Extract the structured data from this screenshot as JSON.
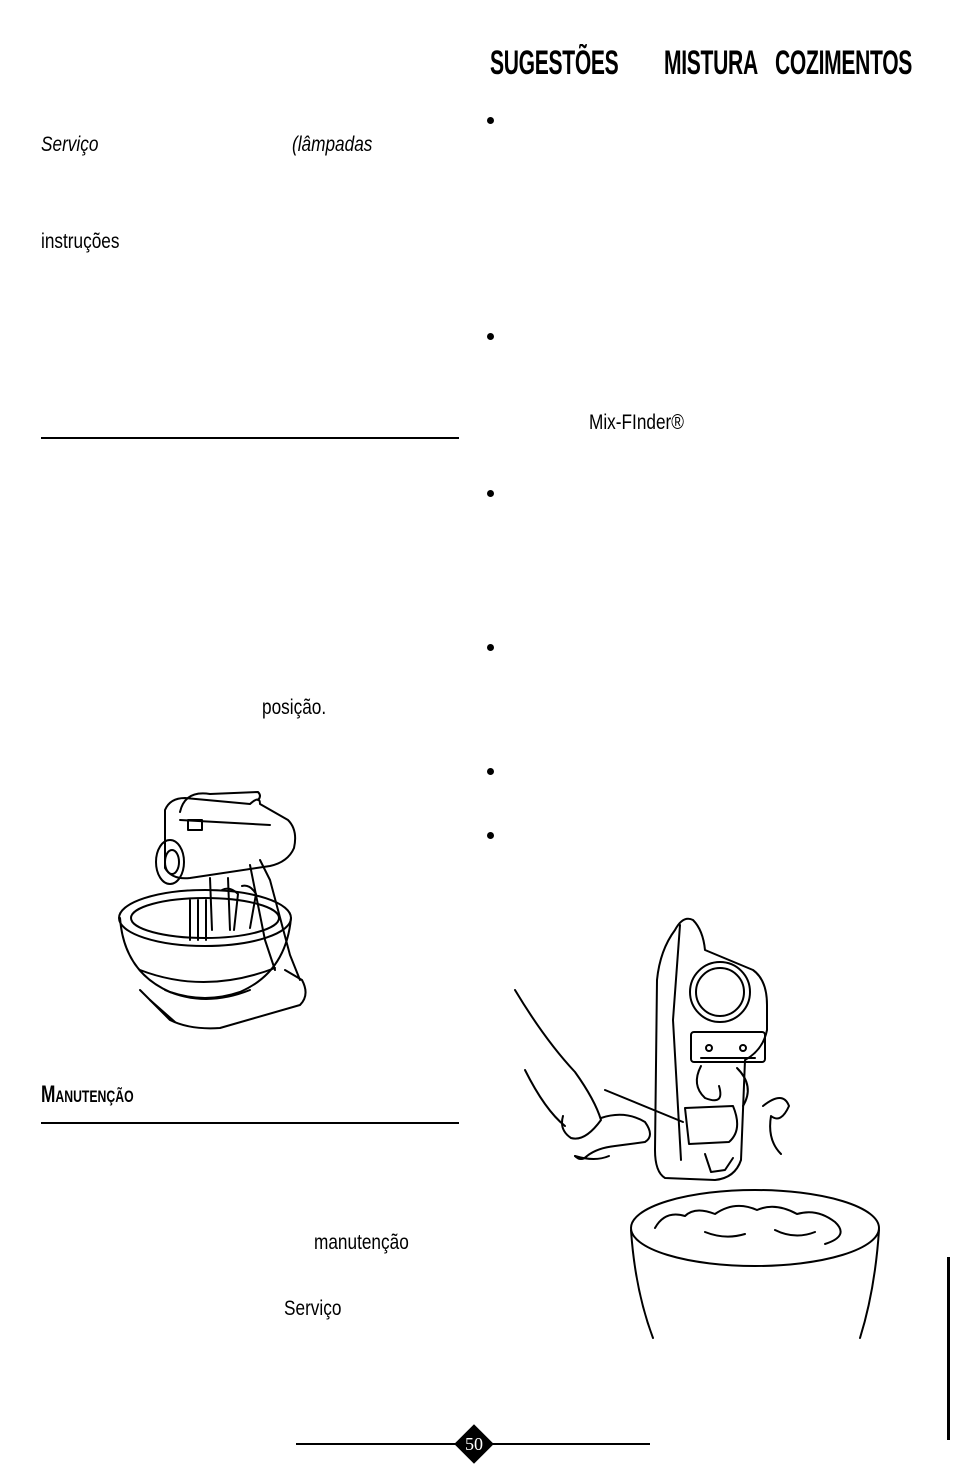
{
  "left_column": {
    "word_servico_italic": "Serviço",
    "word_lampadas_italic": "(lâmpadas",
    "word_instrucoes": "instruções",
    "word_posicao": "posição.",
    "maintenance_heading": "Manutenção",
    "word_manutencao": "manutenção",
    "word_servico": "Serviço"
  },
  "right_column": {
    "heading_word_1": "SUGESTÕES",
    "heading_word_2": "MISTURA",
    "heading_word_3": "COZIMENTOS",
    "word_mixfinder": "Mix-FInder®"
  },
  "footer": {
    "page_number": "50"
  }
}
